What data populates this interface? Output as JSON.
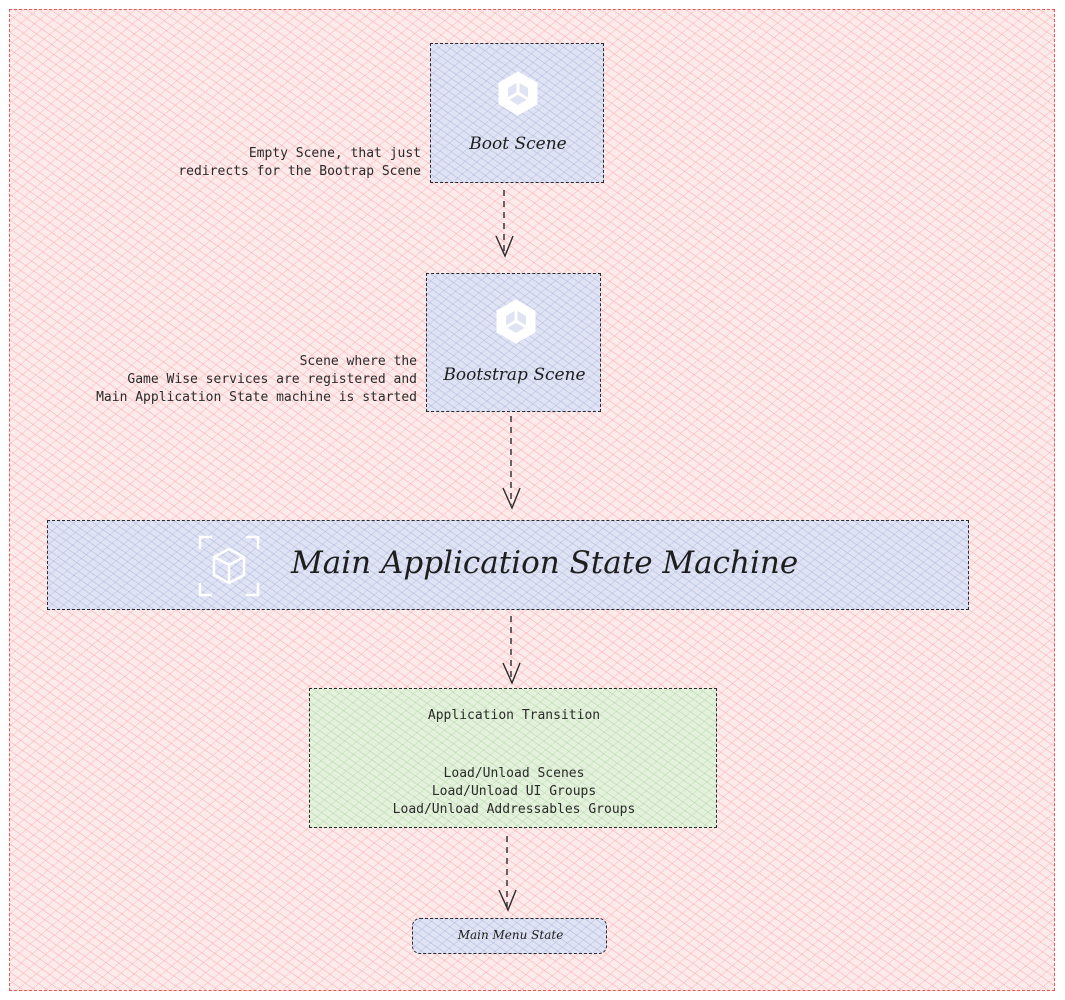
{
  "boot_scene": {
    "title": "Boot Scene",
    "note_line1": "Empty Scene, that just",
    "note_line2": "redirects for the Bootrap Scene",
    "icon": "unity-cube-icon"
  },
  "bootstrap_scene": {
    "title": "Bootstrap Scene",
    "note_line1": "Scene where the",
    "note_line2": "Game Wise services are registered and",
    "note_line3": "Main Application State machine is started",
    "icon": "unity-cube-icon"
  },
  "state_machine": {
    "title": "Main Application State Machine",
    "icon": "ar-cube-icon"
  },
  "transition": {
    "title": "Application Transition",
    "items": [
      "Load/Unload Scenes",
      "Load/Unload UI Groups",
      "Load/Unload Addressables Groups"
    ]
  },
  "main_menu": {
    "title": "Main Menu State"
  },
  "colors": {
    "container_border": "#e05a5a",
    "container_fill": "#fdeaea",
    "node_blue": "#dfe3f3",
    "node_green": "#e4f1dc",
    "stroke": "#2a2a2a"
  }
}
